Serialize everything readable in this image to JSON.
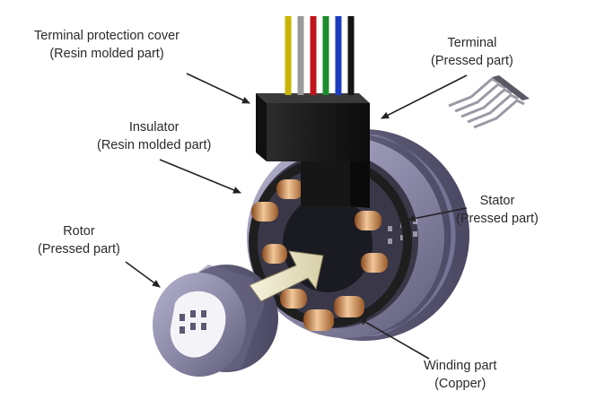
{
  "labels": {
    "terminal_cover": [
      "Terminal protection cover",
      "(Resin molded part)"
    ],
    "terminal": [
      "Terminal",
      "(Pressed part)"
    ],
    "insulator": [
      "Insulator",
      "(Resin molded part)"
    ],
    "stator": [
      "Stator",
      "(Pressed part)"
    ],
    "rotor": [
      "Rotor",
      "(Pressed part)"
    ],
    "winding": [
      "Winding part",
      "(Copper)"
    ]
  },
  "colors": {
    "wire_yellow": "#c8b400",
    "wire_grey": "#9a9a9a",
    "wire_red": "#c0141c",
    "wire_green": "#1c8c2c",
    "wire_blue": "#1c3cc0",
    "wire_black": "#141414",
    "stator_steel": "#8c8aa8",
    "copper": "#c87a3c",
    "cover_black": "#1e1e1e",
    "arrow_cream": "#ece6c8"
  }
}
